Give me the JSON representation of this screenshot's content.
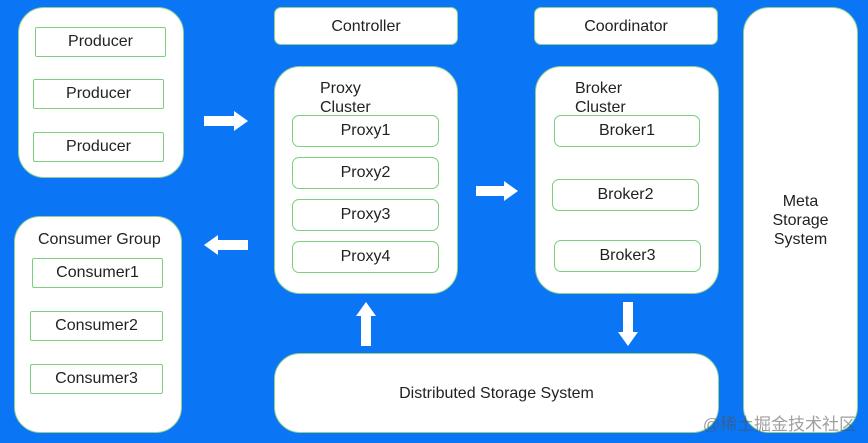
{
  "colors": {
    "background": "#0b76f5",
    "panel": "#ffffff",
    "border": "#7ccf7c",
    "arrow": "#ffffff"
  },
  "producers": {
    "items": [
      "Producer",
      "Producer",
      "Producer"
    ]
  },
  "consumers": {
    "title": "Consumer Group",
    "items": [
      "Consumer1",
      "Consumer2",
      "Consumer3"
    ]
  },
  "controller": {
    "label": "Controller"
  },
  "coordinator": {
    "label": "Coordinator"
  },
  "proxy_cluster": {
    "title_line1": "Proxy",
    "title_line2": "Cluster",
    "items": [
      "Proxy1",
      "Proxy2",
      "Proxy3",
      "Proxy4"
    ]
  },
  "broker_cluster": {
    "title_line1": "Broker",
    "title_line2": "Cluster",
    "items": [
      "Broker1",
      "Broker2",
      "Broker3"
    ]
  },
  "meta_storage": {
    "line1": "Meta",
    "line2": "Storage",
    "line3": "System"
  },
  "distributed_storage": {
    "label": "Distributed Storage System"
  },
  "branding": {
    "text": "@稀土掘金技术社区"
  }
}
